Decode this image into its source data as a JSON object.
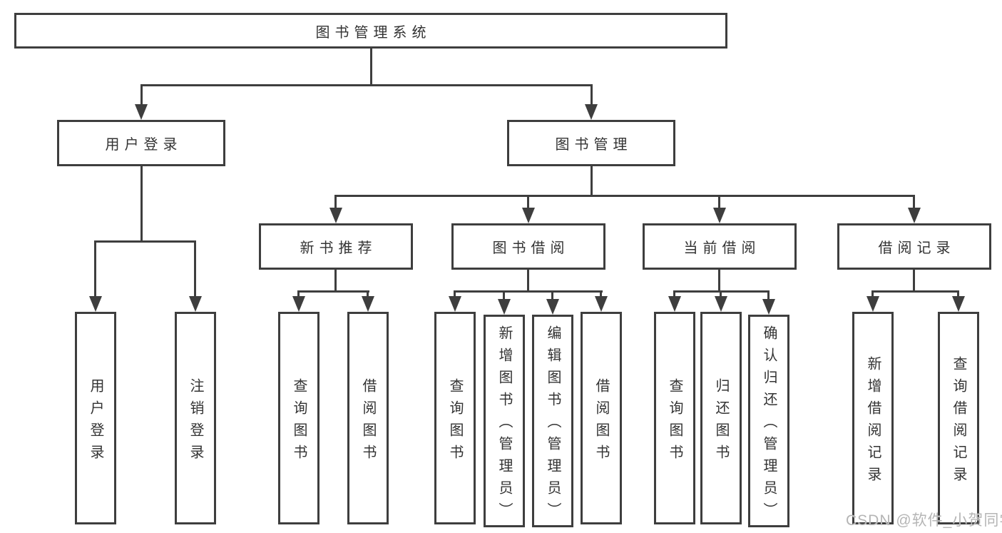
{
  "tree": {
    "label": "图书管理系统",
    "children": [
      {
        "label": "用户登录",
        "children": [
          {
            "label": "用户登录"
          },
          {
            "label": "注销登录"
          }
        ]
      },
      {
        "label": "图书管理",
        "children": [
          {
            "label": "新书推荐",
            "children": [
              {
                "label": "查询图书"
              },
              {
                "label": "借阅图书"
              }
            ]
          },
          {
            "label": "图书借阅",
            "children": [
              {
                "label": "查询图书"
              },
              {
                "label": "新增图书（管理员）"
              },
              {
                "label": "编辑图书（管理员）"
              },
              {
                "label": "借阅图书"
              }
            ]
          },
          {
            "label": "当前借阅",
            "children": [
              {
                "label": "查询图书"
              },
              {
                "label": "归还图书"
              },
              {
                "label": "确认归还（管理员）"
              }
            ]
          },
          {
            "label": "借阅记录",
            "children": [
              {
                "label": "新增借阅记录"
              },
              {
                "label": "查询借阅记录"
              }
            ]
          }
        ]
      }
    ]
  },
  "watermark": "CSDN @软件_小贺同学",
  "colors": {
    "line": "#3e3e3e",
    "text": "#333333",
    "bg": "#ffffff",
    "watermark": "#b5b5b5"
  }
}
